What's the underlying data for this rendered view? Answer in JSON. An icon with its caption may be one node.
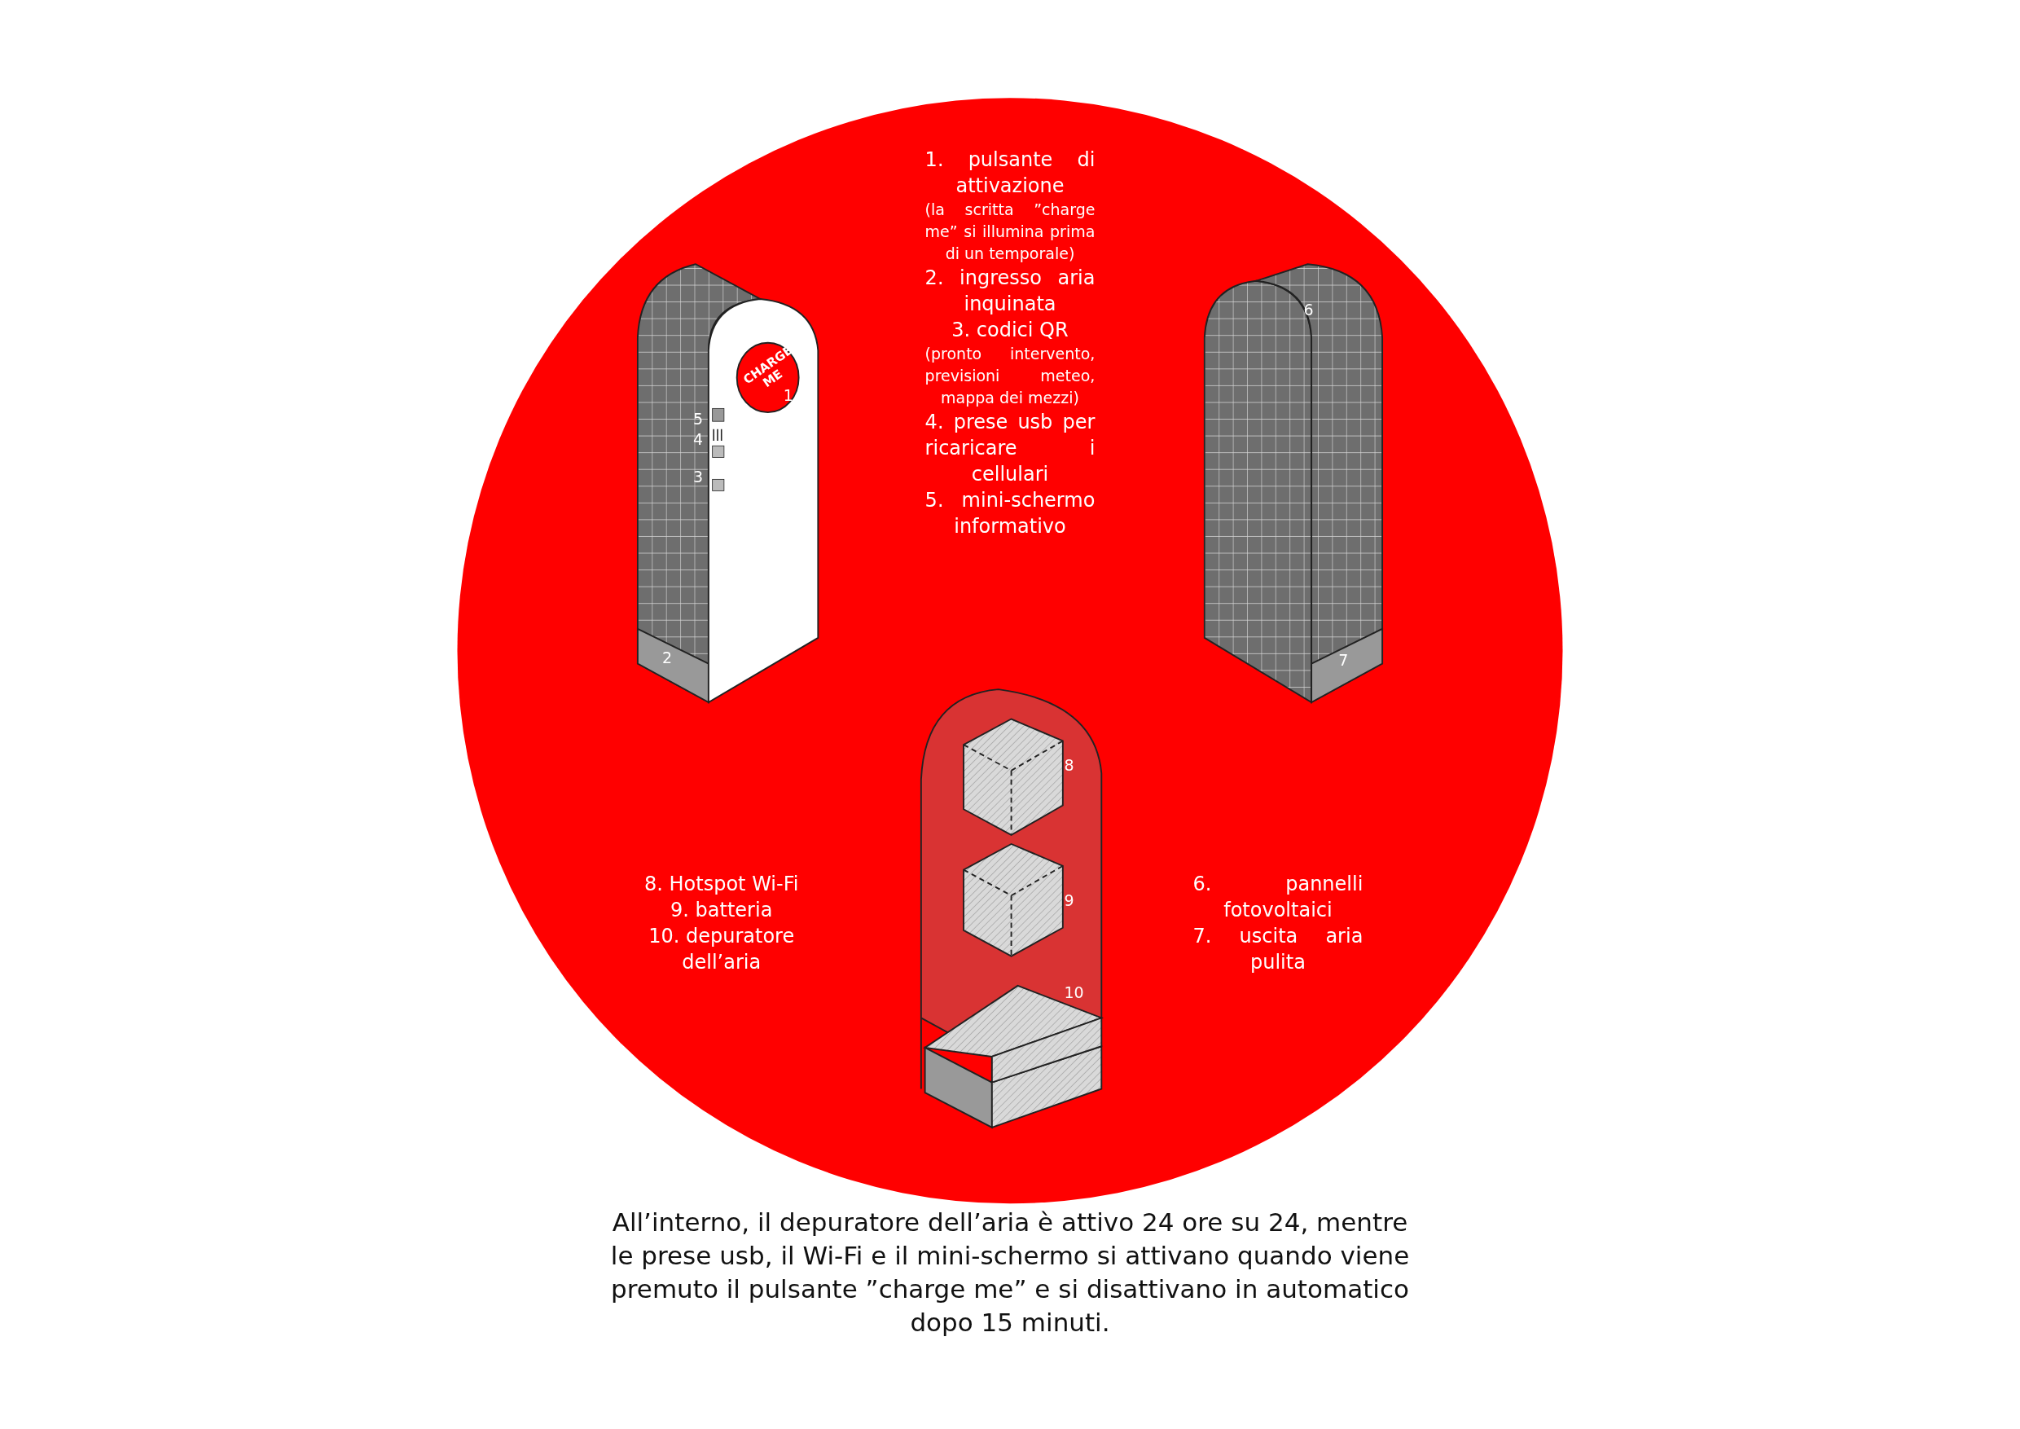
{
  "diagram": {
    "caption": "All’interno, il depuratore dell’aria è attivo 24 ore su 24, mentre le prese usb, il Wi-Fi e il mini-schermo si attivano quando viene premuto il pulsante ”charge me” e si disattivano in automatico dopo 15 minuti.",
    "labels": [
      "1. pulsante di attivazione",
      "(la scritta ”charge me” si illumina prima di un temporale)",
      "2. ingresso aria inquinata",
      "3. codici QR",
      "(pronto intervento, previsioni meteo, mappa dei mezzi)",
      "4. prese usb per ricaricare i cellulari",
      "5. mini-schermo informativo",
      "CHARGE ME",
      "1",
      "5",
      "4",
      "3",
      "2",
      "6",
      "7",
      "8",
      "9",
      "10",
      "8. Hotspot Wi-Fi",
      "9. batteria",
      "10. depuratore dell’aria",
      "6. pannelli fotovoltaici",
      "7. uscita aria pulita"
    ]
  }
}
